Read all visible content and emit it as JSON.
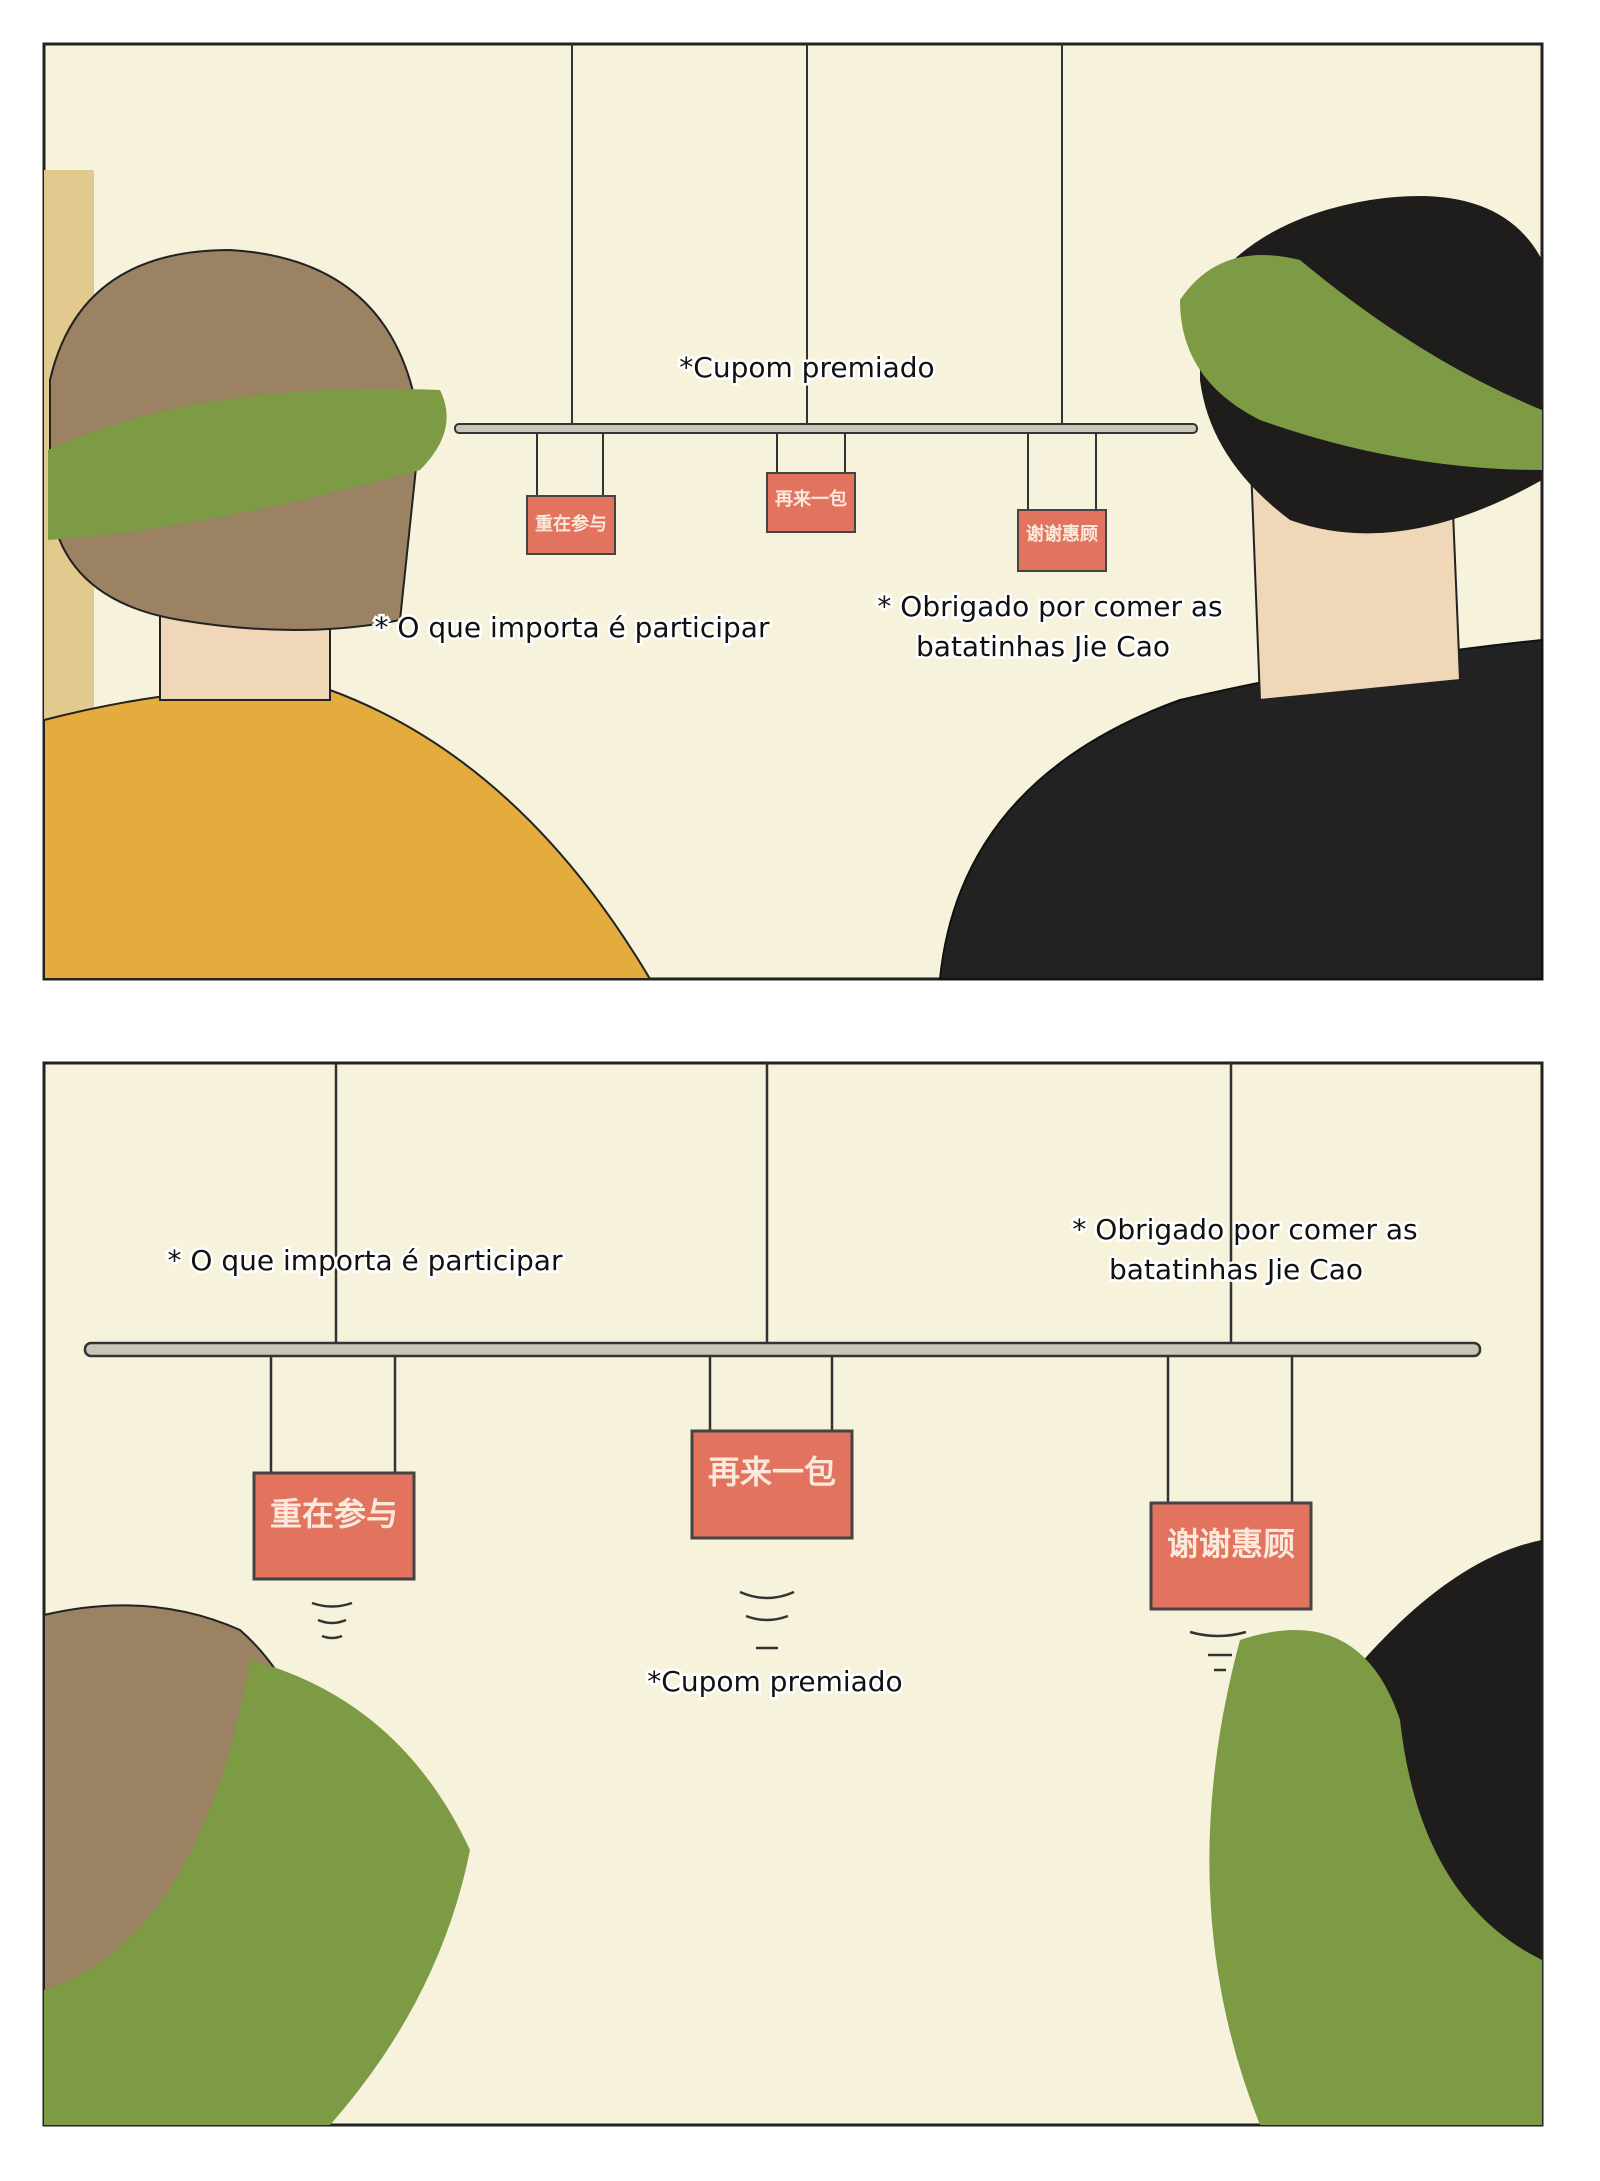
{
  "panels": [
    {
      "signs": [
        "重在参与",
        "再来一包",
        "谢谢惠顾"
      ],
      "captions": {
        "prize": "*Cupom premiado",
        "participate": "* O que importa é participar",
        "thanks_line1": "* Obrigado por comer as",
        "thanks_line2": "batatinhas Jie Cao"
      }
    },
    {
      "signs": [
        "重在参与",
        "再来一包",
        "谢谢惠顾"
      ],
      "captions": {
        "prize": "*Cupom premiado",
        "participate": "* O que importa é participar",
        "thanks_line1": "* Obrigado por comer as",
        "thanks_line2": "batatinhas Jie Cao"
      }
    }
  ],
  "colors": {
    "wall": "#f6f2dc",
    "sign": "#e2735e",
    "shirt_left": "#e3ac3c",
    "shirt_right": "#222222",
    "leaves": "#7d9a45"
  }
}
